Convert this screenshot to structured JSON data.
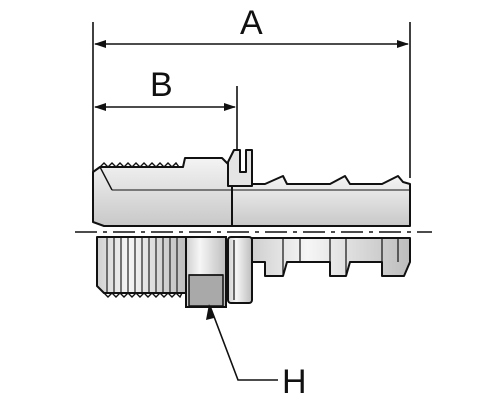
{
  "labels": {
    "overall_length": "A",
    "thread_length": "B",
    "hex": "H"
  },
  "colors": {
    "line": "#111111",
    "fill_light": "#e9e9e9",
    "fill_mid": "#cfcfcf",
    "fill_dark": "#a9a9a9",
    "background": "#ffffff"
  }
}
